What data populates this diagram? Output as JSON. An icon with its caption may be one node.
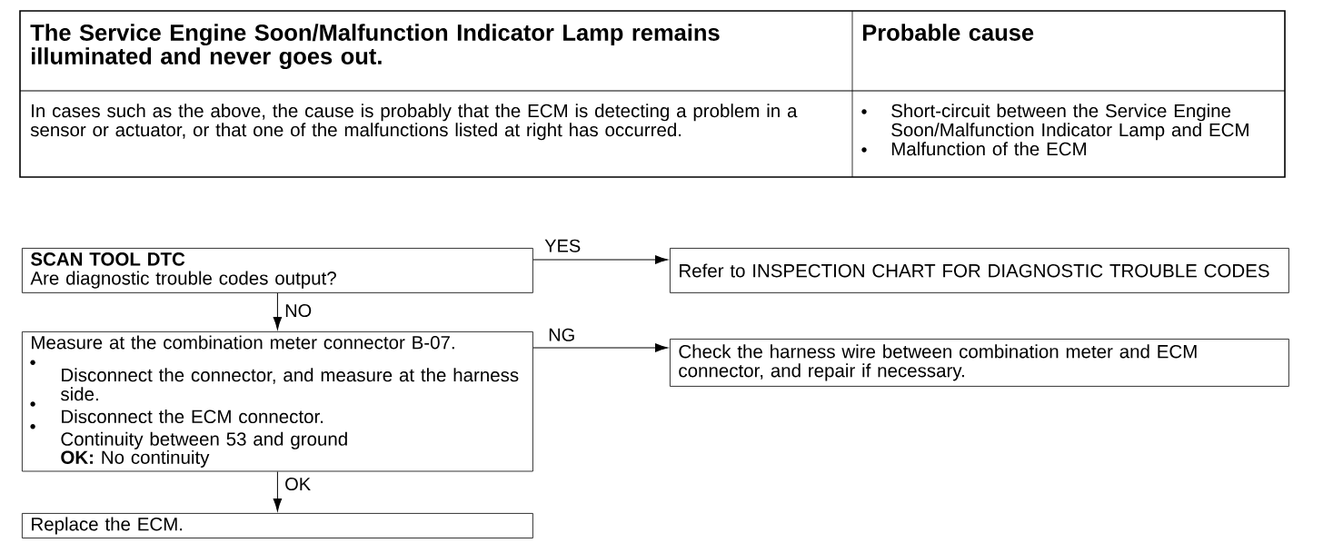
{
  "diagram": {
    "nodes": [
      {
        "text": [
          "SCAN TOOL DTC",
          "Are diagnostic trouble codes output?"
        ]
      },
      {
        "text": [
          "Refer to INSPECTION CHART FOR DIAGNOSTIC TROUBLE CODES"
        ]
      },
      {
        "text": [
          "Measure at the combination meter connector B-07.",
          "Disconnect the connector, and measure at the harness side.",
          "Disconnect the ECM connector.",
          "Continuity between 53 and ground",
          "**OK:** No continuity"
        ]
      },
      {
        "text": [
          "Check the harness wire between combination meter and ECM connector, and repair if necessary."
        ]
      },
      {
        "text": [
          "Replace the ECM."
        ]
      }
    ],
    "edges": [
      {
        "from": 0,
        "to": 1,
        "arrow": "to",
        "label": "YES"
      },
      {
        "from": 0,
        "to": 2,
        "arrow": "to",
        "label": "NO"
      },
      {
        "from": 2,
        "to": 3,
        "arrow": "to",
        "label": "NG"
      },
      {
        "from": 2,
        "to": 4,
        "arrow": "to",
        "label": "OK"
      }
    ],
    "labels": [
      "The Service Engine Soon/Malfunction Indicator Lamp remains illuminated and never goes out.",
      "Probable cause",
      "In cases such as the above, the cause is probably that the ECM is detecting a problem in a sensor or actuator, or that one of the malfunctions listed at right has occurred.",
      "Short-circuit between the Service Engine Soon/Malfunction Indicator Lamp and ECM",
      "Malfunction of the ECM"
    ]
  }
}
